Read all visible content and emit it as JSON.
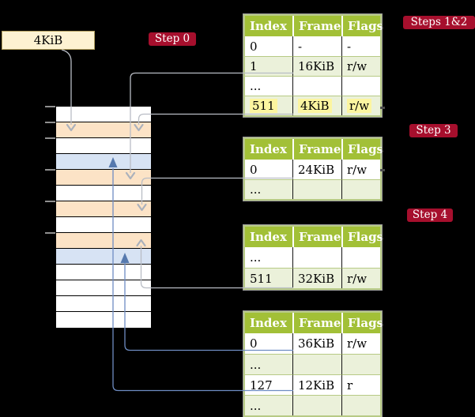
{
  "size_box": {
    "label": "4KiB"
  },
  "badges": {
    "step0": "Step 0",
    "steps12": "Steps 1&2",
    "step3": "Step 3",
    "step4": "Step 4"
  },
  "palette": {
    "badge_red": "#a60f2d",
    "header_green": "#a2c037",
    "row_green": "#ebf1da",
    "table_border_green": "#b7ca85",
    "highlight_yellow": "#fcf5a0",
    "box_cream": "#fdf2d2",
    "strip_peach": "#fce3c6",
    "strip_blue": "#d7e3f4",
    "gray_line": "#b9bdc5",
    "blue_line": "#6e8cc2"
  },
  "memory_strip": {
    "row_colors": [
      "white",
      "peach",
      "white",
      "blue",
      "peach",
      "white",
      "peach",
      "white",
      "peach",
      "blue",
      "white",
      "white",
      "white",
      "white"
    ],
    "tick_ys": [
      135,
      155,
      175,
      215,
      255,
      295
    ]
  },
  "page_tables": [
    {
      "id": "t1",
      "step": "Steps 1&2",
      "headers": [
        "Index",
        "Frame",
        "Flags"
      ],
      "rows": [
        {
          "cells": [
            "0",
            "-",
            "-"
          ],
          "shaded": false,
          "highlight": false
        },
        {
          "cells": [
            "1",
            "16KiB",
            "r/w"
          ],
          "shaded": true,
          "highlight": false
        },
        {
          "cells": [
            "...",
            "",
            ""
          ],
          "shaded": false,
          "highlight": false
        },
        {
          "cells": [
            "511",
            "4KiB",
            "r/w"
          ],
          "shaded": true,
          "highlight": true
        }
      ]
    },
    {
      "id": "t2",
      "step": "Step 3",
      "headers": [
        "Index",
        "Frame",
        "Flags"
      ],
      "rows": [
        {
          "cells": [
            "0",
            "24KiB",
            "r/w"
          ],
          "shaded": false,
          "highlight": false
        },
        {
          "cells": [
            "...",
            "",
            ""
          ],
          "shaded": true,
          "highlight": false
        }
      ]
    },
    {
      "id": "t3",
      "step": "Step 4",
      "headers": [
        "Index",
        "Frame",
        "Flags"
      ],
      "rows": [
        {
          "cells": [
            "...",
            "",
            ""
          ],
          "shaded": false,
          "highlight": false
        },
        {
          "cells": [
            "511",
            "32KiB",
            "r/w"
          ],
          "shaded": true,
          "highlight": false
        }
      ]
    },
    {
      "id": "t4",
      "step": "",
      "headers": [
        "Index",
        "Frame",
        "Flags"
      ],
      "rows": [
        {
          "cells": [
            "0",
            "36KiB",
            "r/w"
          ],
          "shaded": false,
          "highlight": false
        },
        {
          "cells": [
            "...",
            "",
            ""
          ],
          "shaded": true,
          "highlight": false
        },
        {
          "cells": [
            "127",
            "12KiB",
            "r"
          ],
          "shaded": false,
          "highlight": false
        },
        {
          "cells": [
            "...",
            "",
            ""
          ],
          "shaded": true,
          "highlight": false
        }
      ]
    }
  ],
  "connectors": [
    {
      "id": "c1",
      "from": "4KiB size box",
      "to": "memory row 2",
      "color": "gray"
    },
    {
      "id": "c2",
      "from": "table1 index 1 (16KiB)",
      "to": "memory row 5",
      "color": "gray"
    },
    {
      "id": "c3",
      "from": "table1 index 511 (4KiB)",
      "to": "memory row 2",
      "color": "gray"
    },
    {
      "id": "c4",
      "from": "table2 index 0 (24KiB)",
      "to": "memory row 7",
      "color": "gray"
    },
    {
      "id": "c5",
      "from": "memory row 9",
      "to": "table3 index 511 (32KiB)",
      "color": "gray"
    },
    {
      "id": "c6",
      "from": "table4 index 0 (36KiB)",
      "to": "memory row 10",
      "color": "blue"
    },
    {
      "id": "c7",
      "from": "table4 index 127 (12KiB)",
      "to": "memory row 4",
      "color": "blue"
    }
  ]
}
